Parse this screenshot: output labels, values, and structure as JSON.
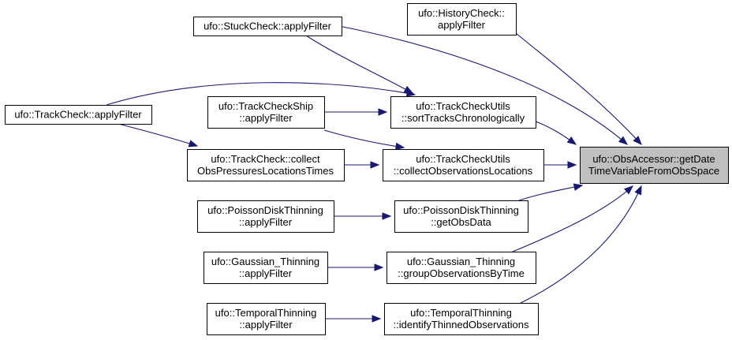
{
  "nodes": {
    "target": {
      "lines": [
        "ufo::ObsAccessor::getDate",
        "TimeVariableFromObsSpace"
      ],
      "focus": true
    },
    "stuck": {
      "lines": [
        "ufo::StuckCheck::applyFilter"
      ]
    },
    "history": {
      "lines": [
        "ufo::HistoryCheck::",
        "applyFilter"
      ]
    },
    "track": {
      "lines": [
        "ufo::TrackCheck::applyFilter"
      ]
    },
    "trackship": {
      "lines": [
        "ufo::TrackCheckShip",
        "::applyFilter"
      ]
    },
    "sortTracks": {
      "lines": [
        "ufo::TrackCheckUtils",
        "::sortTracksChronologically"
      ]
    },
    "collectPressures": {
      "lines": [
        "ufo::TrackCheck::collect",
        "ObsPressuresLocationsTimes"
      ]
    },
    "collectObs": {
      "lines": [
        "ufo::TrackCheckUtils",
        "::collectObservationsLocations"
      ]
    },
    "poissonApply": {
      "lines": [
        "ufo::PoissonDiskThinning",
        "::applyFilter"
      ]
    },
    "poissonGet": {
      "lines": [
        "ufo::PoissonDiskThinning",
        "::getObsData"
      ]
    },
    "gaussApply": {
      "lines": [
        "ufo::Gaussian_Thinning",
        "::applyFilter"
      ]
    },
    "gaussGroup": {
      "lines": [
        "ufo::Gaussian_Thinning",
        "::groupObservationsByTime"
      ]
    },
    "temporalApply": {
      "lines": [
        "ufo::TemporalThinning",
        "::applyFilter"
      ]
    },
    "temporalIdentify": {
      "lines": [
        "ufo::TemporalThinning",
        "::identifyThinnedObservations"
      ]
    }
  },
  "edges": [
    [
      "stuck",
      "target"
    ],
    [
      "stuck",
      "sortTracks"
    ],
    [
      "history",
      "target"
    ],
    [
      "track",
      "sortTracks"
    ],
    [
      "track",
      "collectPressures"
    ],
    [
      "trackship",
      "sortTracks"
    ],
    [
      "trackship",
      "collectObs"
    ],
    [
      "sortTracks",
      "target"
    ],
    [
      "collectPressures",
      "collectObs"
    ],
    [
      "collectObs",
      "target"
    ],
    [
      "poissonApply",
      "poissonGet"
    ],
    [
      "poissonGet",
      "target"
    ],
    [
      "gaussApply",
      "gaussGroup"
    ],
    [
      "gaussGroup",
      "target"
    ],
    [
      "temporalApply",
      "temporalIdentify"
    ],
    [
      "temporalIdentify",
      "target"
    ]
  ],
  "colors": {
    "edge": "#191970",
    "focus_fill": "#bfbfbf",
    "node_fill": "#ffffff",
    "node_border": "#000000"
  }
}
